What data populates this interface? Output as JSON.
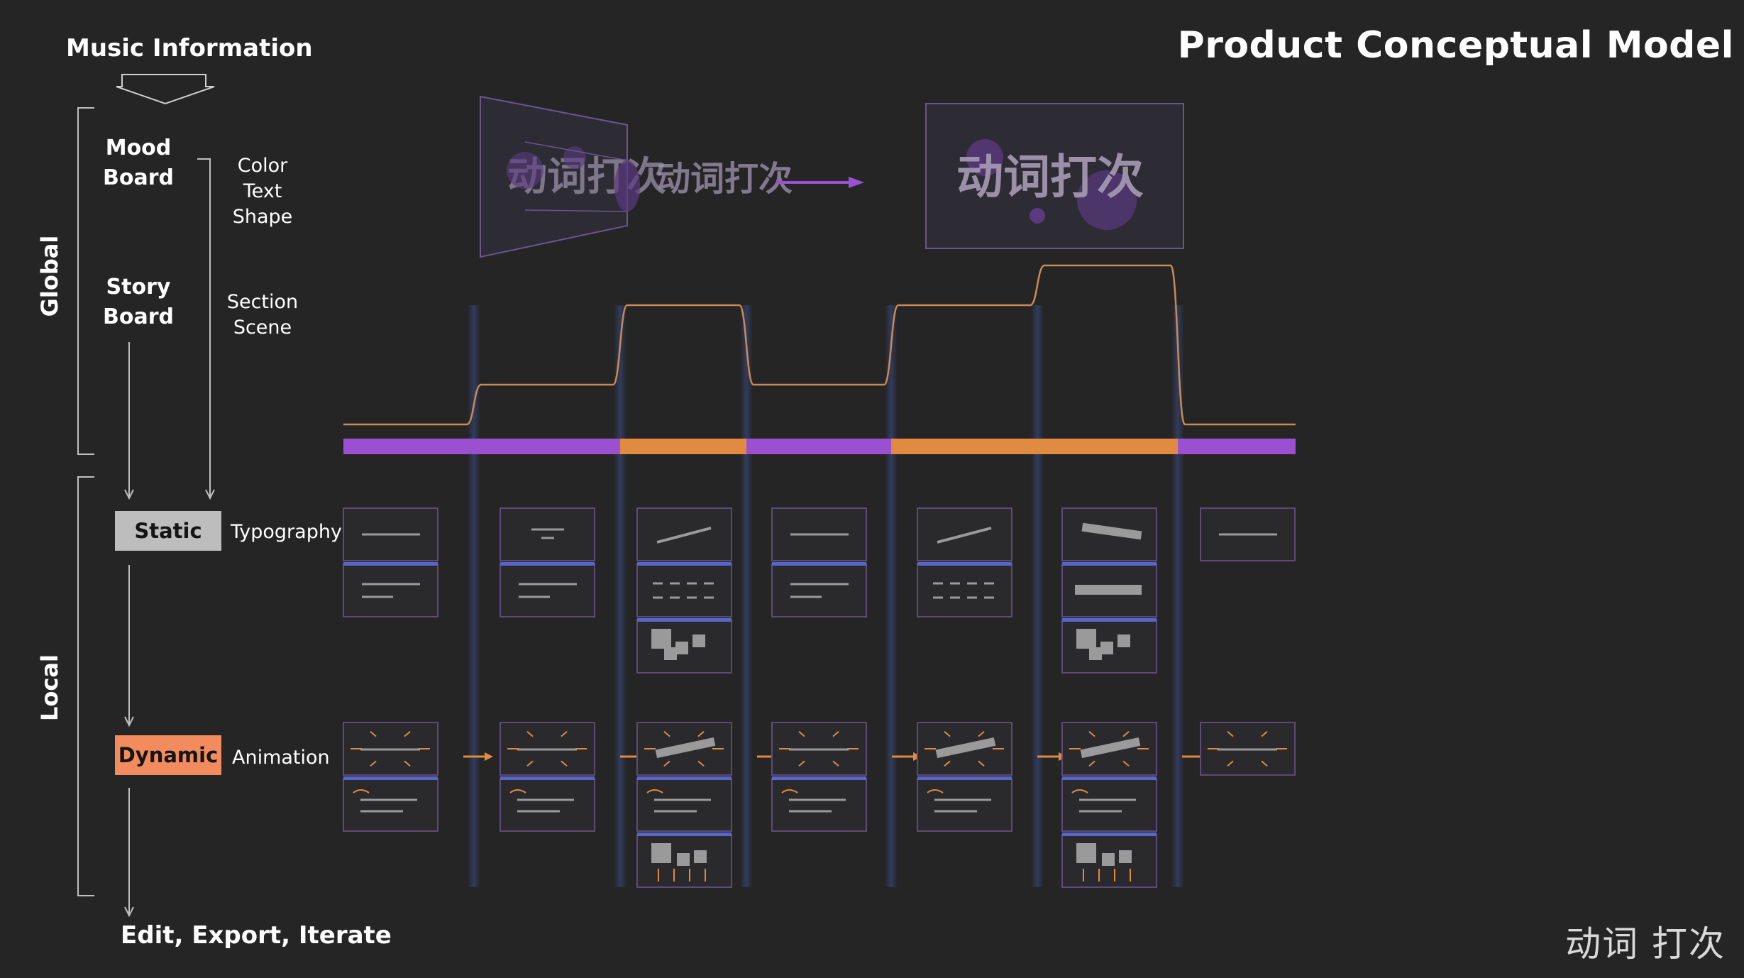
{
  "title": "Product Conceptual Model",
  "input_label": "Music Information",
  "sections": {
    "global": "Global",
    "local": "Local"
  },
  "stages": {
    "mood_board": "Mood\nBoard",
    "story_board": "Story\nBoard",
    "static": "Static",
    "dynamic": "Dynamic",
    "output": "Edit, Export, Iterate"
  },
  "annotations": {
    "mood_attrs": [
      "Color",
      "Text",
      "Shape"
    ],
    "story_attrs": [
      "Section",
      "Scene"
    ],
    "static_attr": "Typography",
    "dynamic_attr": "Animation"
  },
  "moodboard_sample_text": "动词打次",
  "watermark": "动词 打次",
  "colors": {
    "background": "#252526",
    "purple": "#9b4fd1",
    "orange": "#e08a42",
    "static_badge": "#bdbdbd",
    "dynamic_badge": "#f28c5f",
    "section_divider": "#3b4f8a",
    "card_border": "#5e4a78"
  },
  "timeline_segments": [
    "purple",
    "purple",
    "orange",
    "purple",
    "orange",
    "orange",
    "purple"
  ],
  "energy_levels": [
    1,
    2,
    4,
    2,
    4,
    5,
    1
  ]
}
